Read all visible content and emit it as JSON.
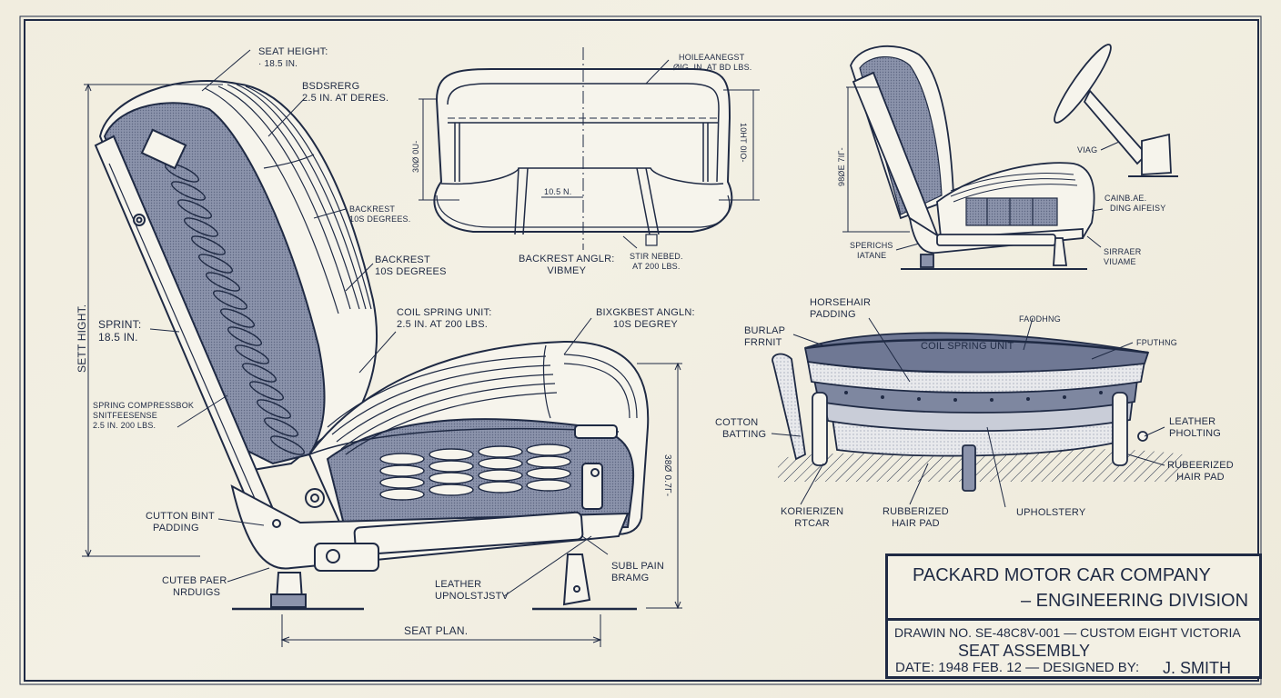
{
  "drawing": {
    "main_side_view": {
      "labels": {
        "seat_height": [
          "SEAT HEIGHT:",
          "· 18.5 IN."
        ],
        "bsdsrerg": [
          "BSDSRERG",
          "2.5 IN. AT DERES."
        ],
        "backrest_1": [
          "BACKREST",
          "10S DEGREES."
        ],
        "backrest_2": [
          "BACKREST",
          "10S DEGREES"
        ],
        "sprint": [
          "SPRINT:",
          "18.5 IN."
        ],
        "spring_compression": [
          "SPRING COMPRESSBOK",
          "SNITFEESENSE",
          "2.5 IN. 200 LBS."
        ],
        "coil_spring_unit": [
          "COIL SPRING UNIT:",
          "2.5 IN. AT 200 LBS."
        ],
        "backrest_angle": [
          "BIXGKBEST ANGLN:",
          "10S DEGREY"
        ],
        "cutton_padding": [
          "CUTTON BINT",
          "PADDING"
        ],
        "cuteb_paer": [
          "CUTEB PAER",
          "NRDUIGS"
        ],
        "leather_upholstery": [
          "LEATHER",
          "UPNOLSTJSTV"
        ],
        "subl_pain": [
          "SUBL PAIN",
          "BRAMG"
        ],
        "seat_plan": "SEAT PLAN.",
        "seat_height_vertical": "SETT HIGHT.",
        "dim_right_vertical": "38Ø 0.7Γ-"
      }
    },
    "front_view": {
      "labels": {
        "hoileaanbest": [
          "HOILEAANEGST",
          "ØIG. IN. AT BD LBS."
        ],
        "width_dim": "10.5 N.",
        "dim_left_vertical": "30Ø 0U-",
        "dim_right_vertical": "10HT 0IO-",
        "backrest_angle": [
          "BACKREST ANGLR:",
          "VIBMEY"
        ],
        "stir_need": [
          "STIR NEBED.",
          "AT 200 LBS."
        ]
      }
    },
    "small_side_view": {
      "labels": {
        "vag": "VIAG",
        "cainb": [
          "CAINB.AE.",
          "DING AIFEISY"
        ],
        "sperichs": [
          "SPERICHS",
          "IATANE"
        ],
        "sirraer": [
          "SIRRAER",
          "VIUAME"
        ],
        "dim_vertical": "98ØE 7IΓ-"
      }
    },
    "cross_section": {
      "labels": {
        "horsehair_padding": [
          "HORSEHAIR",
          "PADDING"
        ],
        "burlap_front": [
          "BURLAP",
          "FRRNIT"
        ],
        "faodhng": "FAODHNG",
        "coil_spring_unit": "COIL SPRING UNIT",
        "fputhng": "FPUTHNG",
        "cotton_batting": [
          "COTTON",
          "BATTING"
        ],
        "leather_pholting": [
          "LEATHER",
          "PHOLTING"
        ],
        "rubberized_hair_pad_right": [
          "RUBEERIZED",
          "HAIR PAD"
        ],
        "korierizen_rtgar": [
          "KORIERIZEN",
          "RTCAR"
        ],
        "rubberized_hair_pad_bottom": [
          "RUBBERIZED",
          "HAIR PAD"
        ],
        "upholstery": "UPHOLSTERY"
      }
    }
  },
  "title_block": {
    "company": "PACKARD MOTOR CAR COMPANY",
    "division": "– ENGINEERING DIVISION",
    "drawing_no": "DRAWIN NO. SE-48C8V-001 — CUSTOM EIGHT VICTORIA",
    "title": "SEAT ASSEMBLY",
    "date_designed": "DATE: 1948 FEB. 12  — DESIGNED BY:",
    "designer": "J. SMITH"
  },
  "colors": {
    "ink": "#1f2a44",
    "paper": "#f3f0e4",
    "fill_dark": "#6f7894",
    "fill_mid": "#a9b0c4",
    "fill_light": "#d8dbe4"
  }
}
